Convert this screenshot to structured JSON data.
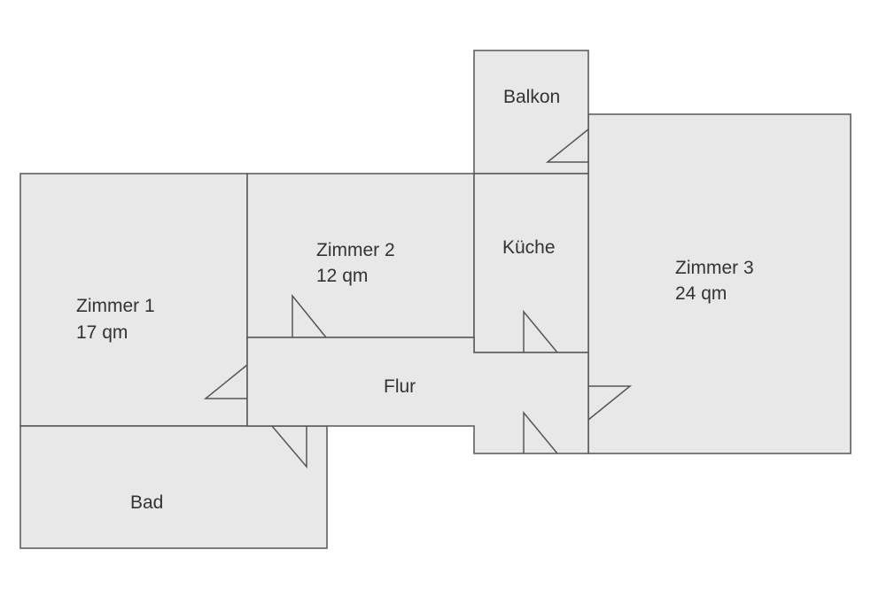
{
  "colors": {
    "room_fill": "#e8e8e8",
    "wall_stroke": "#555555",
    "text": "#333333",
    "background": "#ffffff"
  },
  "rooms": {
    "balkon": {
      "name": "Balkon"
    },
    "zimmer1": {
      "name": "Zimmer 1",
      "area": "17 qm"
    },
    "zimmer2": {
      "name": "Zimmer 2",
      "area": "12 qm"
    },
    "kueche": {
      "name": "Küche"
    },
    "zimmer3": {
      "name": "Zimmer 3",
      "area": "24 qm"
    },
    "flur": {
      "name": "Flur"
    },
    "bad": {
      "name": "Bad"
    }
  }
}
